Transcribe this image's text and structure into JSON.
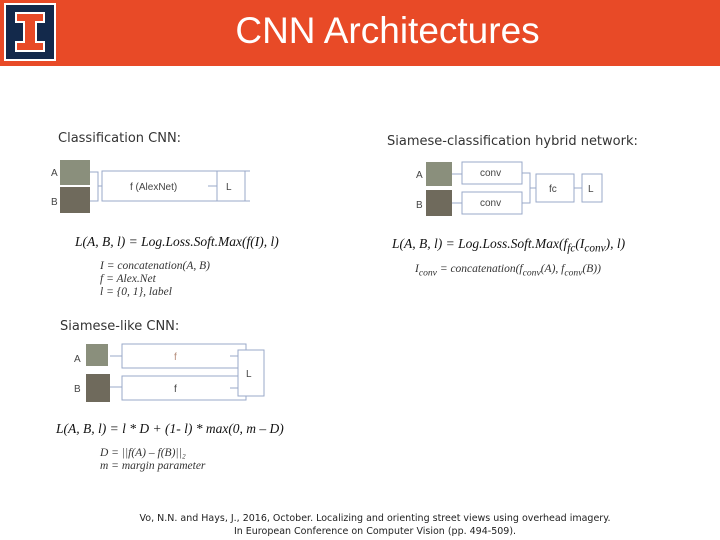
{
  "header": {
    "title": "CNN Architectures",
    "accent_color": "#e84a27",
    "logo_color": "#13294b",
    "logo_icon": "university-block-i-logo"
  },
  "classification": {
    "label": "Classification CNN:",
    "diagram": {
      "input_a": "A",
      "input_b": "B",
      "network": "f (AlexNet)",
      "output": "L"
    },
    "equation": "L(A, B, l) = Log.Loss.Soft.Max(f(I), l)",
    "definitions": [
      "I = concatenation(A, B)",
      "f = Alex.Net",
      "l = {0, 1}, label"
    ]
  },
  "hybrid": {
    "label": "Siamese-classification hybrid network:",
    "diagram": {
      "input_a": "A",
      "input_b": "B",
      "branch_top": "conv",
      "branch_bottom": "conv",
      "fc": "fc",
      "output": "L"
    },
    "equation": {
      "prefix": "L(A, B, l) = Log.Loss.Soft.Max(f",
      "sub1": "fc",
      "mid": "(I",
      "sub2": "conv",
      "suffix": "), l)"
    },
    "definition": {
      "i": "I",
      "i_sub": "conv",
      "eq": " = concatenation(f",
      "f1_sub": "conv",
      "mid": "(A), f",
      "f2_sub": "conv",
      "end": "(B))"
    }
  },
  "siamese": {
    "label": "Siamese-like CNN:",
    "diagram": {
      "input_a": "A",
      "input_b": "B",
      "branch_top": "f",
      "branch_bottom": "f",
      "output": "L"
    },
    "equation": "L(A, B, l) = l * D + (1- l) * max(0, m – D)",
    "definitions": [
      "D = ||f(A) – f(B)||₂",
      "m = margin parameter"
    ]
  },
  "citation": {
    "line1": "Vo, N.N. and Hays, J., 2016, October. Localizing and orienting street views using overhead imagery.",
    "line2": "In European Conference on Computer Vision (pp. 494-509)."
  }
}
